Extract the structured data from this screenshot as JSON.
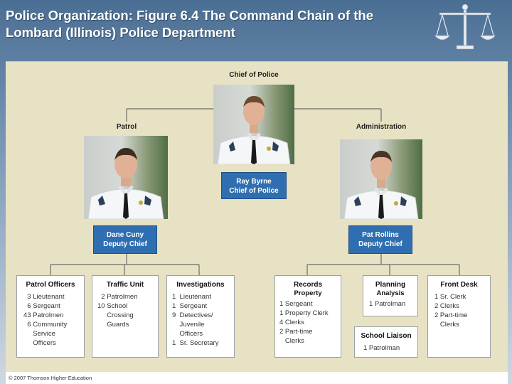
{
  "slide": {
    "title_line1": "Police Organization: Figure 6.4 The Command Chain of the",
    "title_line2": "Lombard (Illinois) Police Department"
  },
  "chart": {
    "top_label": "Chief of Police",
    "patrol_label": "Patrol",
    "admin_label": "Administration",
    "chief": {
      "name": "Ray Byrne",
      "title": "Chief of Police"
    },
    "patrol_deputy": {
      "name": "Dane Cuny",
      "title": "Deputy Chief"
    },
    "admin_deputy": {
      "name": "Pat Rollins",
      "title": "Deputy Chief"
    }
  },
  "units": {
    "patrol_officers": {
      "title": "Patrol Officers",
      "body": "  3 Lieutenant\n  6 Sergeant\n43 Patrolmen\n  6 Community\n     Service\n     Officers"
    },
    "traffic_unit": {
      "title": "Traffic Unit",
      "body": "  2 Patrolmen\n10 School\n     Crossing\n     Guards"
    },
    "investigations": {
      "title": "Investigations",
      "body": "1  Lieutenant\n1  Sergeant\n9  Detectives/\n    Juvenile\n    Officers\n1  Sr. Secretary"
    },
    "records": {
      "title": "Records",
      "subtitle": "Property",
      "body": "1 Sergeant\n1 Property Clerk\n4 Clerks\n2 Part-time\n   Clerks"
    },
    "planning": {
      "title": "Planning",
      "subtitle": "Analysis",
      "body": "1 Patrolman"
    },
    "school_liaison": {
      "title": "School Liaison",
      "body": "1 Patrolman"
    },
    "front_desk": {
      "title": "Front Desk",
      "body": "1 Sr. Clerk\n2 Clerks\n2 Part-time\n   Clerks"
    }
  },
  "footer": {
    "copyright": "© 2007 Thomson Higher Education"
  },
  "colors": {
    "header_blue": "#4a6e93",
    "panel_beige": "#e8e2c4",
    "name_box_blue": "#2f6fb1",
    "uniform_white": "#f4f6f8"
  },
  "icons": [
    "scales-of-justice-icon"
  ]
}
